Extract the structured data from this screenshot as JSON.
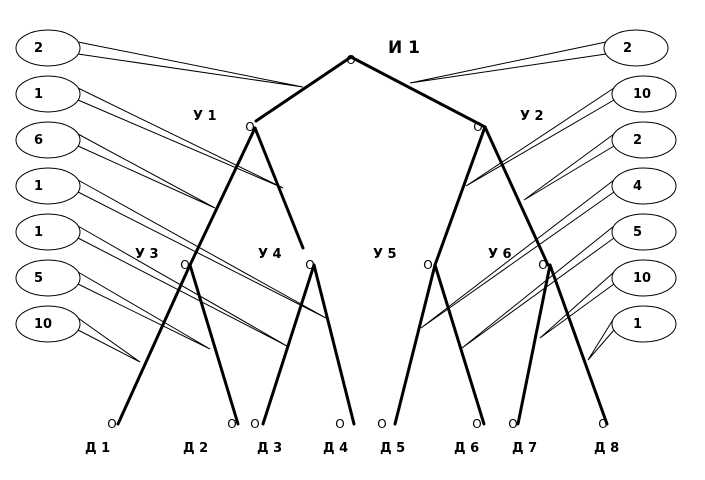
{
  "title": "И 1",
  "node_marker": "O",
  "nodes": [
    {
      "id": "root",
      "label": ""
    },
    {
      "id": "u1",
      "label": "У 1"
    },
    {
      "id": "u2",
      "label": "У 2"
    },
    {
      "id": "u3",
      "label": "У 3"
    },
    {
      "id": "u4",
      "label": "У 4"
    },
    {
      "id": "u5",
      "label": "У 5"
    },
    {
      "id": "u6",
      "label": "У 6"
    },
    {
      "id": "d1",
      "label": "Д 1"
    },
    {
      "id": "d2",
      "label": "Д 2"
    },
    {
      "id": "d3",
      "label": "Д 3"
    },
    {
      "id": "d4",
      "label": "Д 4"
    },
    {
      "id": "d5",
      "label": "Д 5"
    },
    {
      "id": "d6",
      "label": "Д 6"
    },
    {
      "id": "d7",
      "label": "Д 7"
    },
    {
      "id": "d8",
      "label": "Д 8"
    }
  ],
  "edges": [
    {
      "from": "root",
      "to": "u1",
      "weight": "2"
    },
    {
      "from": "root",
      "to": "u2",
      "weight": "2"
    },
    {
      "from": "u1",
      "to": "u3",
      "weight": "6"
    },
    {
      "from": "u1",
      "to": "u4",
      "weight": "1"
    },
    {
      "from": "u2",
      "to": "u5",
      "weight": "10"
    },
    {
      "from": "u2",
      "to": "u6",
      "weight": "2"
    },
    {
      "from": "u3",
      "to": "d1",
      "weight": "10"
    },
    {
      "from": "u3",
      "to": "d2",
      "weight": "5"
    },
    {
      "from": "u4",
      "to": "d3",
      "weight": "1"
    },
    {
      "from": "u4",
      "to": "d4",
      "weight": "1"
    },
    {
      "from": "u5",
      "to": "d5",
      "weight": "4"
    },
    {
      "from": "u5",
      "to": "d6",
      "weight": "5"
    },
    {
      "from": "u6",
      "to": "d7",
      "weight": "10"
    },
    {
      "from": "u6",
      "to": "d8",
      "weight": "1"
    }
  ]
}
